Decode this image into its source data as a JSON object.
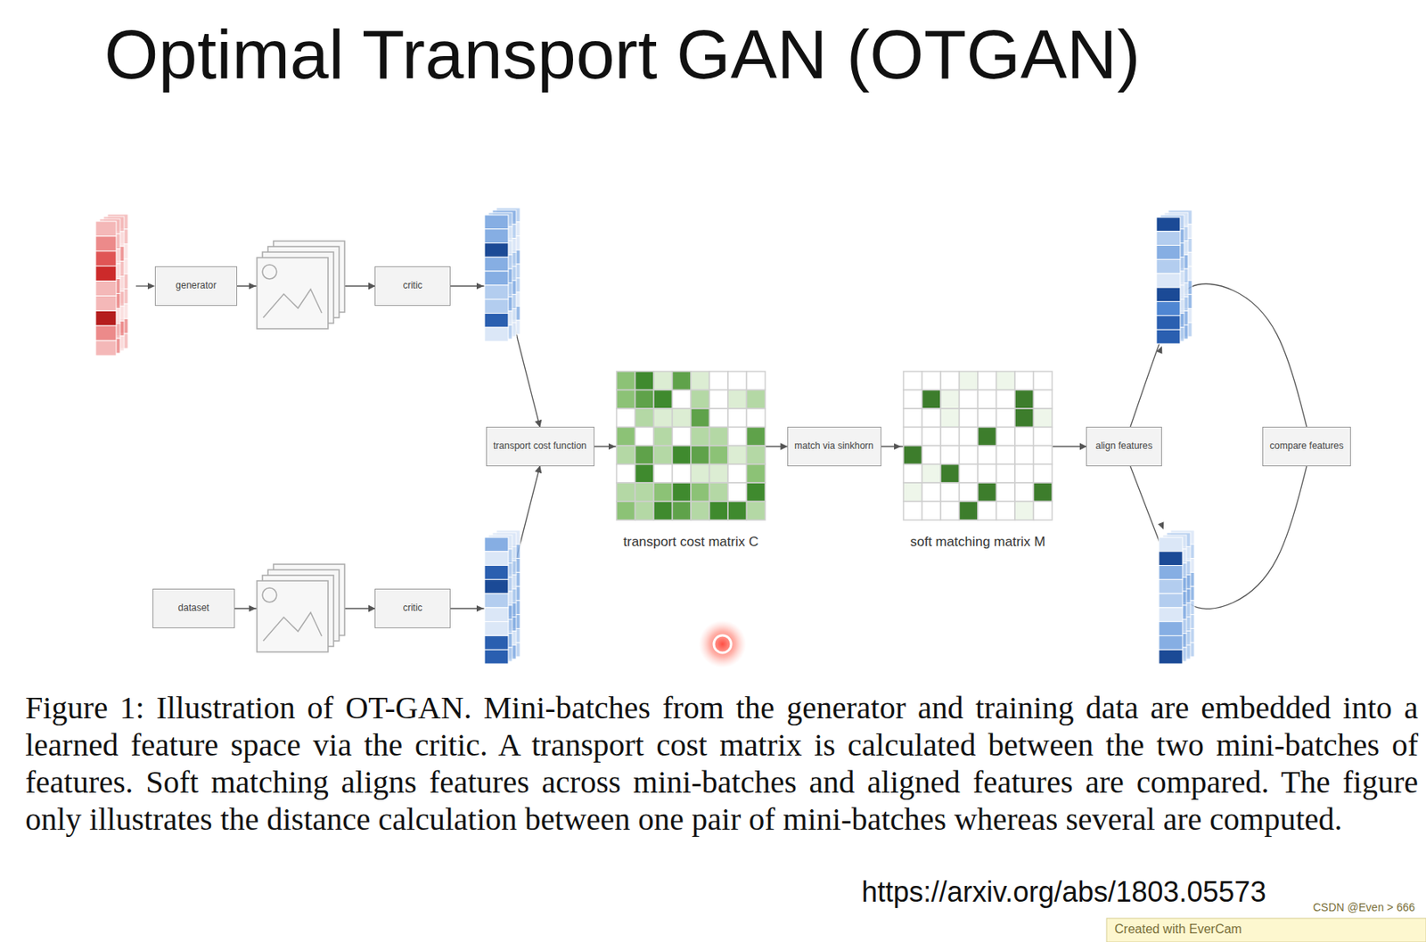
{
  "diagram": {
    "title": "Optimal Transport GAN (OTGAN)",
    "caption": "Figure 1: Illustration of OT-GAN. Mini-batches from the generator and training data are embedded into a learned feature space via the critic. A transport cost matrix is calculated between the two mini-batches of features. Soft matching aligns features across mini-batches and aligned features are compared. The figure only illustrates the distance calculation between one pair of mini-batches whereas several are computed.",
    "nodes": [
      {
        "text": [
          "generator"
        ]
      },
      {
        "text": [
          "critic"
        ]
      },
      {
        "text": [
          "dataset"
        ]
      },
      {
        "text": [
          "critic"
        ]
      },
      {
        "text": [
          "transport cost function"
        ]
      },
      {
        "text": [
          "match via sinkhorn"
        ]
      },
      {
        "text": [
          "align features"
        ]
      },
      {
        "text": [
          "compare features"
        ]
      }
    ],
    "edges": [
      {
        "from": 0,
        "to": 1,
        "arrow": "to"
      },
      {
        "from": 2,
        "to": 3,
        "arrow": "to"
      },
      {
        "from": 1,
        "to": 4,
        "arrow": "to"
      },
      {
        "from": 3,
        "to": 4,
        "arrow": "to"
      },
      {
        "from": 4,
        "to": 5,
        "arrow": "to"
      },
      {
        "from": 5,
        "to": 6,
        "arrow": "to"
      },
      {
        "from": 6,
        "to": 7,
        "arrow": "none"
      },
      {
        "from": 6,
        "to": 7,
        "arrow": "none"
      }
    ],
    "labels": [
      "transport cost matrix C",
      "soft matching matrix M",
      "https://arxiv.org/abs/1803.05573",
      "CSDN @Even > 666",
      "Created with EverCam"
    ]
  }
}
